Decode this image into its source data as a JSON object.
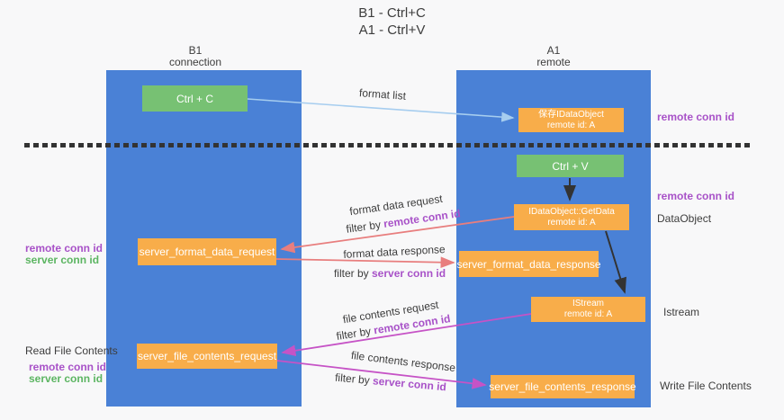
{
  "title": {
    "line1": "B1 - Ctrl+C",
    "line2": "A1 - Ctrl+V"
  },
  "columns": {
    "left": {
      "name": "B1",
      "subtitle": "connection"
    },
    "right": {
      "name": "A1",
      "subtitle": "remote"
    }
  },
  "nodes": {
    "ctrl_c": {
      "label": "Ctrl + C"
    },
    "ctrl_v": {
      "label": "Ctrl + V"
    },
    "save_dataobject": {
      "line1": "保存IDataObject",
      "line2": "remote id: A"
    },
    "getdata": {
      "line1": "IDataObject::GetData",
      "line2": "remote id: A"
    },
    "istream": {
      "line1": "IStream",
      "line2": "remote id: A"
    },
    "format_request": {
      "label": "server_format_data_request"
    },
    "format_response": {
      "label": "server_format_data_response"
    },
    "file_request": {
      "label": "server_file_contents_request"
    },
    "file_response": {
      "label": "server_file_contents_response"
    }
  },
  "labels": {
    "format_list": "format list",
    "format_data_request": "format data request",
    "format_data_response": "format data response",
    "file_contents_request": "file contents request",
    "file_contents_response": "file contents response",
    "filter_by": "filter by",
    "remote_conn_id": "remote conn id",
    "server_conn_id": "server conn id",
    "dataobject": "DataObject",
    "istream": "Istream",
    "read_file_contents": "Read File Contents",
    "write_file_contents": "Write File Contents"
  },
  "colors": {
    "background": "#f8f8f9",
    "lifeline_blue": "#4a81d6",
    "node_green": "#77c173",
    "node_orange": "#f8ad4a",
    "arrow_lightblue": "#a6cdef",
    "arrow_salmon": "#e87e7e",
    "arrow_magenta": "#c653c6",
    "arrow_black": "#333333",
    "text_dark": "#3d3d3d",
    "text_purple": "#a852c8",
    "text_green": "#5cb562",
    "node_text": "#ffffff"
  }
}
